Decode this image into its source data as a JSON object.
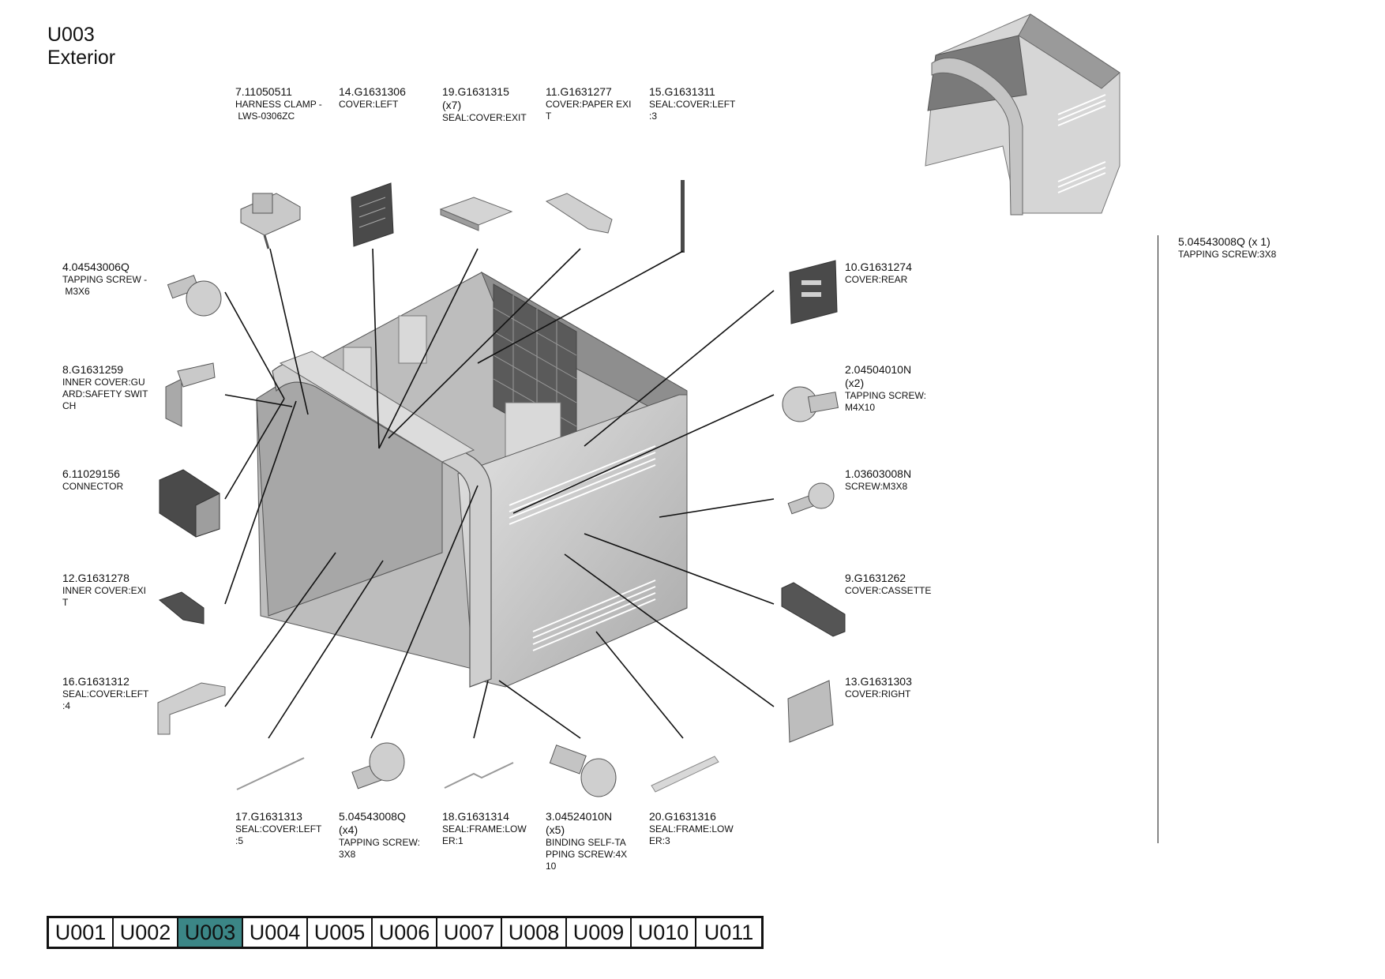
{
  "header": {
    "code": "U003",
    "name": "Exterior"
  },
  "parts": [
    {
      "id": "p7",
      "number": "7.11050511",
      "qty": "",
      "desc_lines": [
        "HARNESS CLAMP -",
        " LWS-0306ZC"
      ]
    },
    {
      "id": "p14",
      "number": "14.G1631306",
      "qty": "",
      "desc_lines": [
        "COVER:LEFT"
      ]
    },
    {
      "id": "p19",
      "number": "19.G1631315",
      "qty": "(x7)",
      "desc_lines": [
        "SEAL:COVER:EXIT"
      ]
    },
    {
      "id": "p11",
      "number": "11.G1631277",
      "qty": "",
      "desc_lines": [
        "COVER:PAPER EXI",
        "T"
      ]
    },
    {
      "id": "p15",
      "number": "15.G1631311",
      "qty": "",
      "desc_lines": [
        "SEAL:COVER:LEFT",
        ":3"
      ]
    },
    {
      "id": "p4",
      "number": "4.04543006Q",
      "qty": "",
      "desc_lines": [
        "TAPPING SCREW -",
        " M3X6"
      ]
    },
    {
      "id": "p8",
      "number": "8.G1631259",
      "qty": "",
      "desc_lines": [
        "INNER COVER:GU",
        "ARD:SAFETY SWIT",
        "CH"
      ]
    },
    {
      "id": "p6",
      "number": "6.11029156",
      "qty": "",
      "desc_lines": [
        "CONNECTOR"
      ]
    },
    {
      "id": "p12",
      "number": "12.G1631278",
      "qty": "",
      "desc_lines": [
        "INNER COVER:EXI",
        "T"
      ]
    },
    {
      "id": "p16",
      "number": "16.G1631312",
      "qty": "",
      "desc_lines": [
        "SEAL:COVER:LEFT",
        ":4"
      ]
    },
    {
      "id": "p10",
      "number": "10.G1631274",
      "qty": "",
      "desc_lines": [
        "COVER:REAR"
      ]
    },
    {
      "id": "p2",
      "number": "2.04504010N",
      "qty": "(x2)",
      "desc_lines": [
        "TAPPING SCREW:",
        "M4X10"
      ]
    },
    {
      "id": "p1",
      "number": "1.03603008N",
      "qty": "",
      "desc_lines": [
        "SCREW:M3X8"
      ]
    },
    {
      "id": "p9",
      "number": "9.G1631262",
      "qty": "",
      "desc_lines": [
        "COVER:CASSETTE"
      ]
    },
    {
      "id": "p13",
      "number": "13.G1631303",
      "qty": "",
      "desc_lines": [
        "COVER:RIGHT"
      ]
    },
    {
      "id": "p17",
      "number": "17.G1631313",
      "qty": "",
      "desc_lines": [
        "SEAL:COVER:LEFT",
        ":5"
      ]
    },
    {
      "id": "p5",
      "number": "5.04543008Q",
      "qty": "(x4)",
      "desc_lines": [
        "TAPPING SCREW:",
        "3X8"
      ]
    },
    {
      "id": "p18",
      "number": "18.G1631314",
      "qty": "",
      "desc_lines": [
        "SEAL:FRAME:LOW",
        "ER:1"
      ]
    },
    {
      "id": "p3",
      "number": "3.04524010N",
      "qty": "(x5)",
      "desc_lines": [
        "BINDING SELF-TA",
        "PPING SCREW:4X",
        "10"
      ]
    },
    {
      "id": "p20",
      "number": "20.G1631316",
      "qty": "",
      "desc_lines": [
        "SEAL:FRAME:LOW",
        "ER:3"
      ]
    }
  ],
  "side_note": {
    "number": "5.04543008Q (x 1)",
    "desc": "TAPPING SCREW:3X8"
  },
  "tabs": [
    {
      "label": "U001",
      "active": false
    },
    {
      "label": "U002",
      "active": false
    },
    {
      "label": "U003",
      "active": true
    },
    {
      "label": "U004",
      "active": false
    },
    {
      "label": "U005",
      "active": false
    },
    {
      "label": "U006",
      "active": false
    },
    {
      "label": "U007",
      "active": false
    },
    {
      "label": "U008",
      "active": false
    },
    {
      "label": "U009",
      "active": false
    },
    {
      "label": "U010",
      "active": false
    },
    {
      "label": "U011",
      "active": false
    }
  ],
  "colors": {
    "active_tab": "#3b8686",
    "line": "#111111",
    "part_fill": "#cfcfcf",
    "part_dark": "#4a4a4a"
  }
}
